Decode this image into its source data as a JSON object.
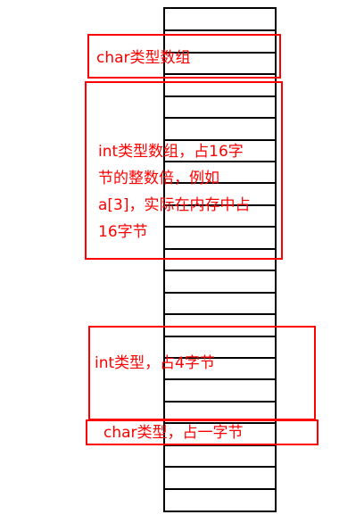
{
  "diagram": {
    "cell_count": 23,
    "stack_color": "#000000",
    "annotation_color": "#ff0000",
    "annotations": [
      {
        "id": "char-array",
        "lines": [
          "char类型数组"
        ]
      },
      {
        "id": "int-array",
        "lines": [
          "int类型数组，占16字",
          "节的整数倍，例如",
          "a[3]，实际在内存中占",
          "16字节"
        ]
      },
      {
        "id": "int-type",
        "lines": [
          "int类型，占4字节"
        ]
      },
      {
        "id": "char-type",
        "lines": [
          "char类型，占一字节"
        ]
      }
    ]
  }
}
